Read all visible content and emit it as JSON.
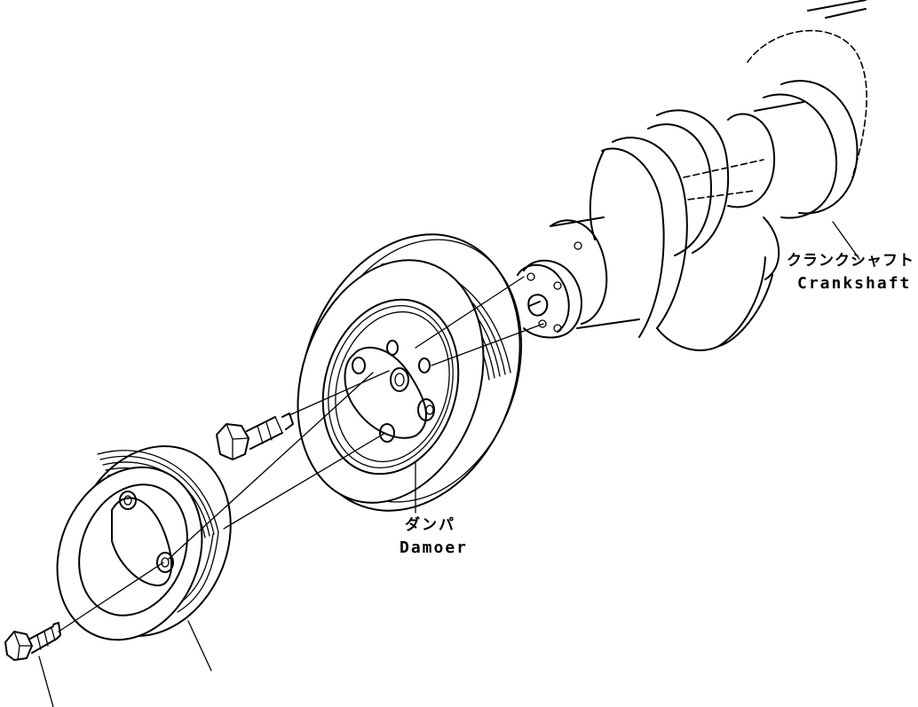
{
  "labels": {
    "crankshaft_jp": "クランクシャフト",
    "crankshaft_en": "Crankshaft",
    "damper_jp": "ダンパ",
    "damper_en": "Damoer"
  }
}
